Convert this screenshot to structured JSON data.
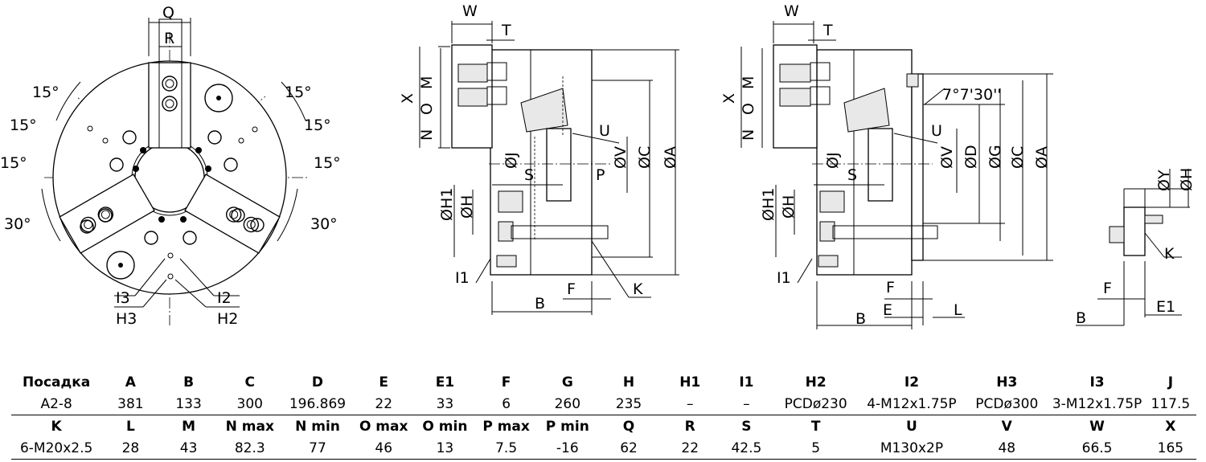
{
  "drawing": {
    "front_view": {
      "labels": {
        "Q": "Q",
        "R": "R",
        "deg15_left_top": "15°",
        "deg15_left_mid": "15°",
        "deg15_left_low": "15°",
        "deg15_right_top": "15°",
        "deg15_right_mid": "15°",
        "deg15_right_low": "15°",
        "deg30_left": "30°",
        "deg30_right": "30°",
        "I3": "I3",
        "H3": "H3",
        "I2": "I2",
        "H2": "H2"
      }
    },
    "side_view_1": {
      "labels": {
        "W": "W",
        "T": "T",
        "X": "X",
        "M": "M",
        "O": "O",
        "N": "N",
        "U": "U",
        "J": "ØJ",
        "S": "S",
        "P": "P",
        "V": "ØV",
        "C": "ØC",
        "A": "ØA",
        "H1": "ØH1",
        "H": "ØH",
        "I1": "I1",
        "B": "B",
        "F": "F",
        "K": "K"
      }
    },
    "side_view_2": {
      "labels": {
        "W": "W",
        "T": "T",
        "X": "X",
        "M": "M",
        "O": "O",
        "N": "N",
        "angle": "7°7'30''",
        "U": "U",
        "J": "ØJ",
        "S": "S",
        "V": "ØV",
        "D": "ØD",
        "G": "ØG",
        "C": "ØC",
        "A": "ØA",
        "H1": "ØH1",
        "H": "ØH",
        "I1": "I1",
        "F": "F",
        "E": "E",
        "L": "L",
        "B": "B"
      }
    },
    "detail_view": {
      "labels": {
        "Y": "ØY",
        "H": "ØH",
        "K": "K",
        "F": "F",
        "E1": "E1",
        "B": "B"
      }
    }
  },
  "table": {
    "header1": [
      "Посадка",
      "A",
      "B",
      "C",
      "D",
      "E",
      "E1",
      "F",
      "G",
      "H",
      "H1",
      "I1",
      "H2",
      "I2",
      "H3",
      "I3",
      "J"
    ],
    "values1": [
      "A2-8",
      "381",
      "133",
      "300",
      "196.869",
      "22",
      "33",
      "6",
      "260",
      "235",
      "–",
      "–",
      "PCDø230",
      "4-M12x1.75P",
      "PCDø300",
      "3-M12x1.75P",
      "117.5"
    ],
    "header2": [
      "K",
      "L",
      "M",
      "N max",
      "N min",
      "O max",
      "O min",
      "P max",
      "P min",
      "Q",
      "R",
      "S",
      "T",
      "U",
      "V",
      "W",
      "X"
    ],
    "values2": [
      "6-M20x2.5",
      "28",
      "43",
      "82.3",
      "77",
      "46",
      "13",
      "7.5",
      "-16",
      "62",
      "22",
      "42.5",
      "5",
      "M130x2P",
      "48",
      "66.5",
      "165"
    ]
  }
}
